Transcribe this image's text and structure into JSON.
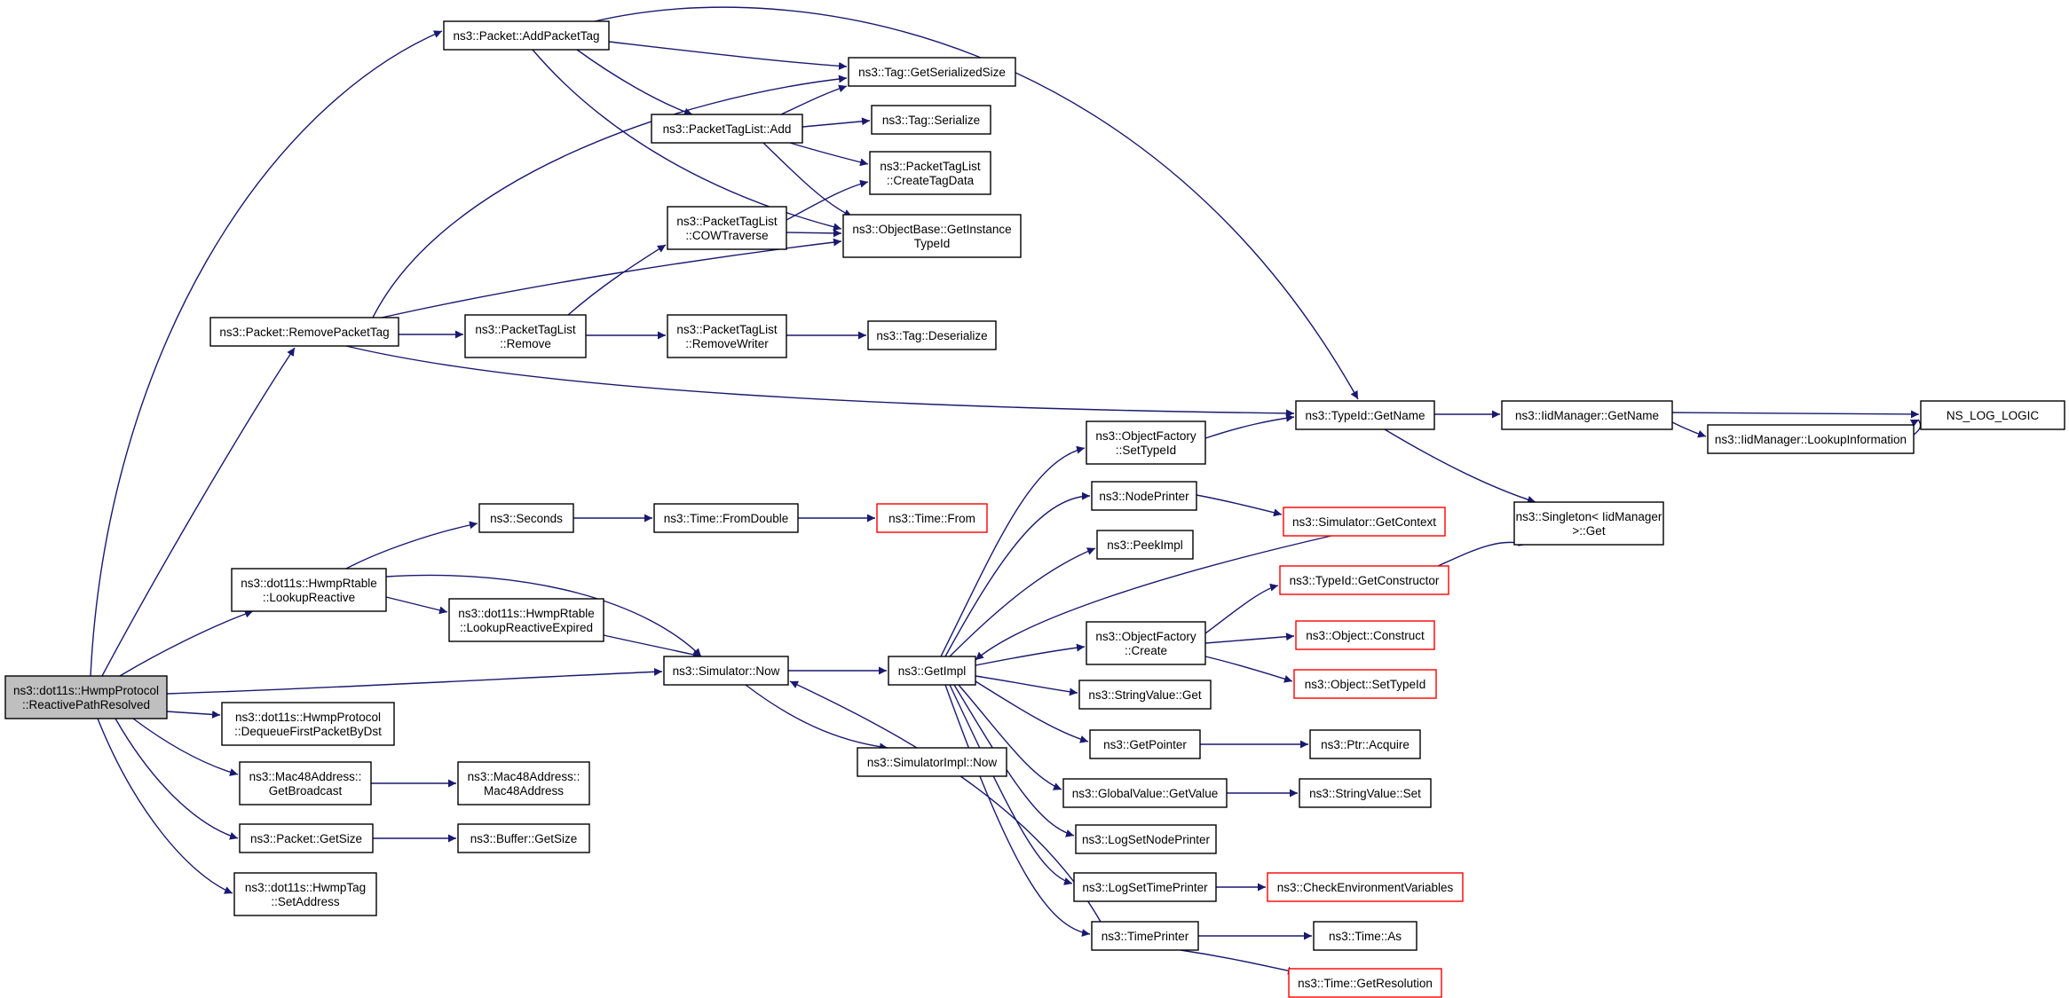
{
  "colors": {
    "edge": "#191970",
    "node_border": "#000000",
    "node_border_truncated": "#ff0000",
    "node_fill": "#ffffff",
    "root_fill": "#bfbfbf"
  },
  "nodes": [
    {
      "id": "root",
      "lines": [
        "ns3::dot11s::HwmpProtocol",
        "::ReactivePathResolved"
      ],
      "root": true
    },
    {
      "id": "addPacketTag",
      "lines": [
        "ns3::Packet::AddPacketTag"
      ]
    },
    {
      "id": "removePacketTag",
      "lines": [
        "ns3::Packet::RemovePacketTag"
      ]
    },
    {
      "id": "tagGetSerializedSize",
      "lines": [
        "ns3::Tag::GetSerializedSize"
      ]
    },
    {
      "id": "ptlAdd",
      "lines": [
        "ns3::PacketTagList::Add"
      ]
    },
    {
      "id": "tagSerialize",
      "lines": [
        "ns3::Tag::Serialize"
      ]
    },
    {
      "id": "ptlCreateTagData",
      "lines": [
        "ns3::PacketTagList",
        "::CreateTagData"
      ]
    },
    {
      "id": "ptlCowTraverse",
      "lines": [
        "ns3::PacketTagList",
        "::COWTraverse"
      ]
    },
    {
      "id": "getInstanceTypeId",
      "lines": [
        "ns3::ObjectBase::GetInstance",
        "TypeId"
      ]
    },
    {
      "id": "ptlRemove",
      "lines": [
        "ns3::PacketTagList",
        "::Remove"
      ]
    },
    {
      "id": "ptlRemoveWriter",
      "lines": [
        "ns3::PacketTagList",
        "::RemoveWriter"
      ]
    },
    {
      "id": "tagDeserialize",
      "lines": [
        "ns3::Tag::Deserialize"
      ]
    },
    {
      "id": "typeIdGetName",
      "lines": [
        "ns3::TypeId::GetName"
      ]
    },
    {
      "id": "iidGetName",
      "lines": [
        "ns3::IidManager::GetName"
      ]
    },
    {
      "id": "iidLookupInformation",
      "lines": [
        "ns3::IidManager::LookupInformation"
      ]
    },
    {
      "id": "nsLogLogic",
      "lines": [
        "NS_LOG_LOGIC"
      ]
    },
    {
      "id": "singletonGet",
      "lines": [
        "ns3::Singleton< IidManager",
        " >::Get"
      ]
    },
    {
      "id": "lookupReactive",
      "lines": [
        "ns3::dot11s::HwmpRtable",
        "::LookupReactive"
      ]
    },
    {
      "id": "seconds",
      "lines": [
        "ns3::Seconds"
      ]
    },
    {
      "id": "timeFromDouble",
      "lines": [
        "ns3::Time::FromDouble"
      ]
    },
    {
      "id": "timeFrom",
      "lines": [
        "ns3::Time::From"
      ],
      "truncated": true
    },
    {
      "id": "lookupReactiveExpired",
      "lines": [
        "ns3::dot11s::HwmpRtable",
        "::LookupReactiveExpired"
      ]
    },
    {
      "id": "simulatorNow",
      "lines": [
        "ns3::Simulator::Now"
      ]
    },
    {
      "id": "getImpl",
      "lines": [
        "ns3::GetImpl"
      ]
    },
    {
      "id": "simulatorImplNow",
      "lines": [
        "ns3::SimulatorImpl::Now"
      ]
    },
    {
      "id": "objectFactorySetTypeId",
      "lines": [
        "ns3::ObjectFactory",
        "::SetTypeId"
      ]
    },
    {
      "id": "nodePrinter",
      "lines": [
        "ns3::NodePrinter"
      ]
    },
    {
      "id": "simulatorGetContext",
      "lines": [
        "ns3::Simulator::GetContext"
      ],
      "truncated": true
    },
    {
      "id": "peekImpl",
      "lines": [
        "ns3::PeekImpl"
      ]
    },
    {
      "id": "typeIdGetConstructor",
      "lines": [
        "ns3::TypeId::GetConstructor"
      ],
      "truncated": true
    },
    {
      "id": "objectFactoryCreate",
      "lines": [
        "ns3::ObjectFactory",
        "::Create"
      ]
    },
    {
      "id": "objectConstruct",
      "lines": [
        "ns3::Object::Construct"
      ],
      "truncated": true
    },
    {
      "id": "objectSetTypeId",
      "lines": [
        "ns3::Object::SetTypeId"
      ],
      "truncated": true
    },
    {
      "id": "stringValueGet",
      "lines": [
        "ns3::StringValue::Get"
      ]
    },
    {
      "id": "getPointer",
      "lines": [
        "ns3::GetPointer"
      ]
    },
    {
      "id": "ptrAcquire",
      "lines": [
        "ns3::Ptr::Acquire"
      ]
    },
    {
      "id": "globalValueGetValue",
      "lines": [
        "ns3::GlobalValue::GetValue"
      ]
    },
    {
      "id": "stringValueSet",
      "lines": [
        "ns3::StringValue::Set"
      ]
    },
    {
      "id": "logSetNodePrinter",
      "lines": [
        "ns3::LogSetNodePrinter"
      ]
    },
    {
      "id": "logSetTimePrinter",
      "lines": [
        "ns3::LogSetTimePrinter"
      ]
    },
    {
      "id": "checkEnvVars",
      "lines": [
        "ns3::CheckEnvironmentVariables"
      ],
      "truncated": true
    },
    {
      "id": "timePrinter",
      "lines": [
        "ns3::TimePrinter"
      ]
    },
    {
      "id": "timeAs",
      "lines": [
        "ns3::Time::As"
      ]
    },
    {
      "id": "timeGetResolution",
      "lines": [
        "ns3::Time::GetResolution"
      ],
      "truncated": true
    },
    {
      "id": "dequeueFirstPacketByDst",
      "lines": [
        "ns3::dot11s::HwmpProtocol",
        "::DequeueFirstPacketByDst"
      ]
    },
    {
      "id": "mac48GetBroadcast",
      "lines": [
        "ns3::Mac48Address::",
        "GetBroadcast"
      ]
    },
    {
      "id": "mac48Address",
      "lines": [
        "ns3::Mac48Address::",
        "Mac48Address"
      ]
    },
    {
      "id": "packetGetSize",
      "lines": [
        "ns3::Packet::GetSize"
      ]
    },
    {
      "id": "bufferGetSize",
      "lines": [
        "ns3::Buffer::GetSize"
      ]
    },
    {
      "id": "hwmpTagSetAddress",
      "lines": [
        "ns3::dot11s::HwmpTag",
        "::SetAddress"
      ]
    }
  ]
}
